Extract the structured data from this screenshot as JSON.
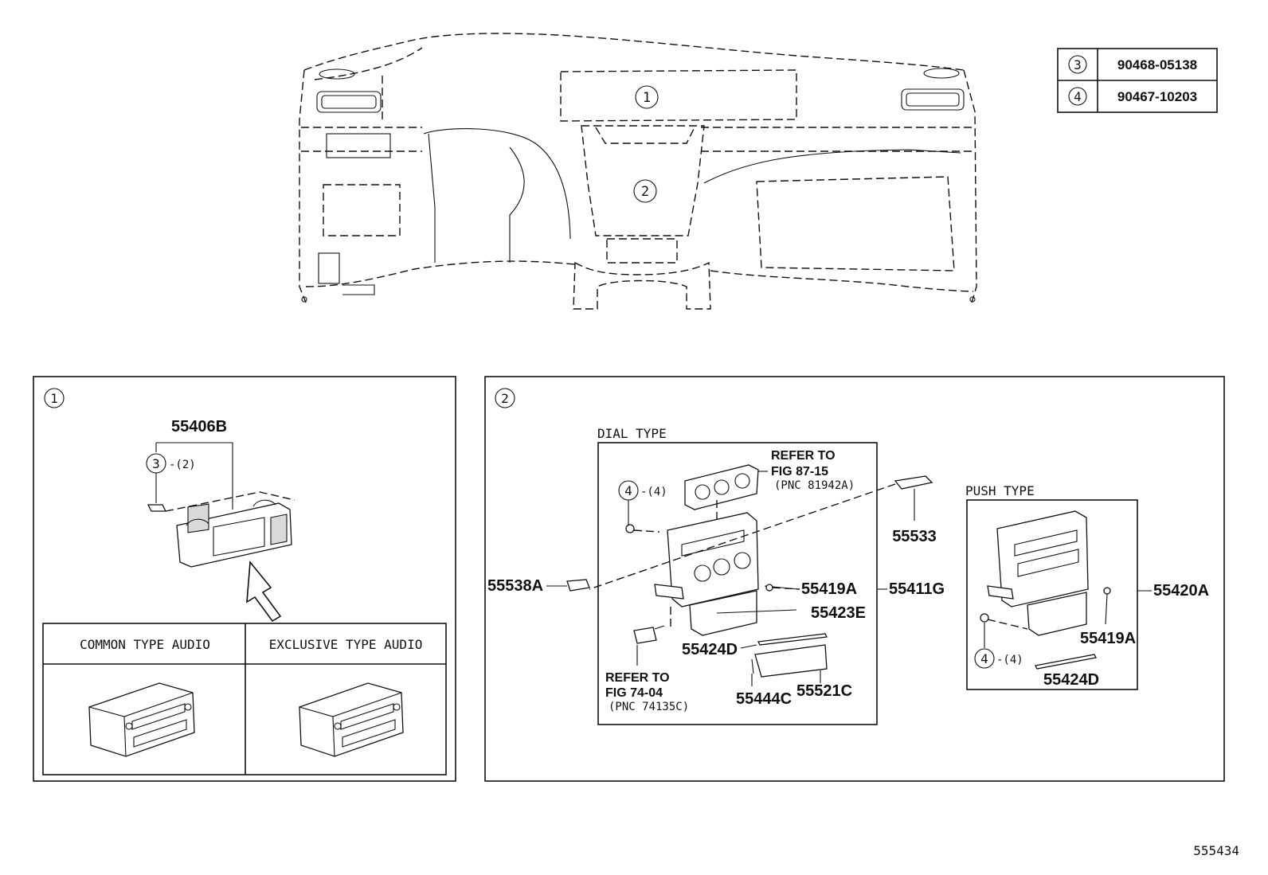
{
  "legend": [
    {
      "ref": "3",
      "part_no": "90468-05138"
    },
    {
      "ref": "4",
      "part_no": "90467-10203"
    }
  ],
  "dash_callouts": {
    "area1": "1",
    "area2": "2"
  },
  "panel1": {
    "marker": "1",
    "part_top": "55406B",
    "ref_callout": "3",
    "ref_qty": "-(2)",
    "audio_left": "COMMON TYPE AUDIO",
    "audio_right": "EXCLUSIVE TYPE AUDIO"
  },
  "panel2": {
    "marker": "2",
    "dial_title": "DIAL TYPE",
    "push_title": "PUSH TYPE",
    "refer_top": [
      "REFER TO",
      "FIG 87-15",
      "(PNC 81942A)"
    ],
    "refer_bottom": [
      "REFER TO",
      "FIG 74-04",
      "(PNC 74135C)"
    ],
    "dial_ref_callout": "4",
    "dial_ref_qty": "-(4)",
    "push_ref_callout": "4",
    "push_ref_qty": "-(4)",
    "parts": {
      "p55533": "55533",
      "p55538A": "55538A",
      "p55419A": "55419A",
      "p55411G": "55411G",
      "p55423E": "55423E",
      "p55424D": "55424D",
      "p55444C": "55444C",
      "p55521C": "55521C",
      "p55420A": "55420A",
      "p55419A_push": "55419A",
      "p55424D_push": "55424D"
    }
  },
  "figure_id": "555434"
}
